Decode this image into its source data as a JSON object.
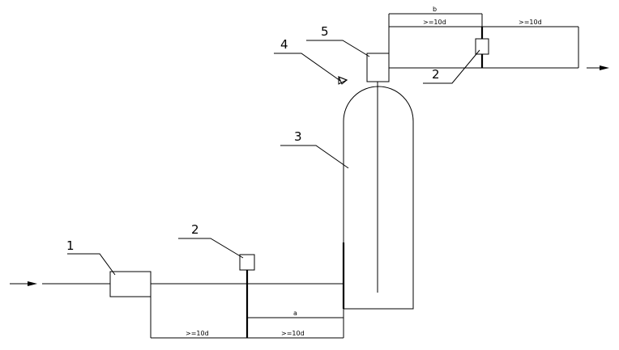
{
  "labels": {
    "callout_1": "1",
    "callout_2_lower": "2",
    "callout_3": "3",
    "callout_4": "4",
    "callout_5": "5",
    "callout_2_upper": "2"
  },
  "dimensions": {
    "lower_left_run": ">=10d",
    "lower_right_run": ">=10d",
    "lower_segment": "a",
    "upper_segment": "b",
    "upper_left_run": ">=10d",
    "upper_right_run": ">=10d"
  },
  "colors": {
    "line": "#000000",
    "background": "#ffffff"
  }
}
